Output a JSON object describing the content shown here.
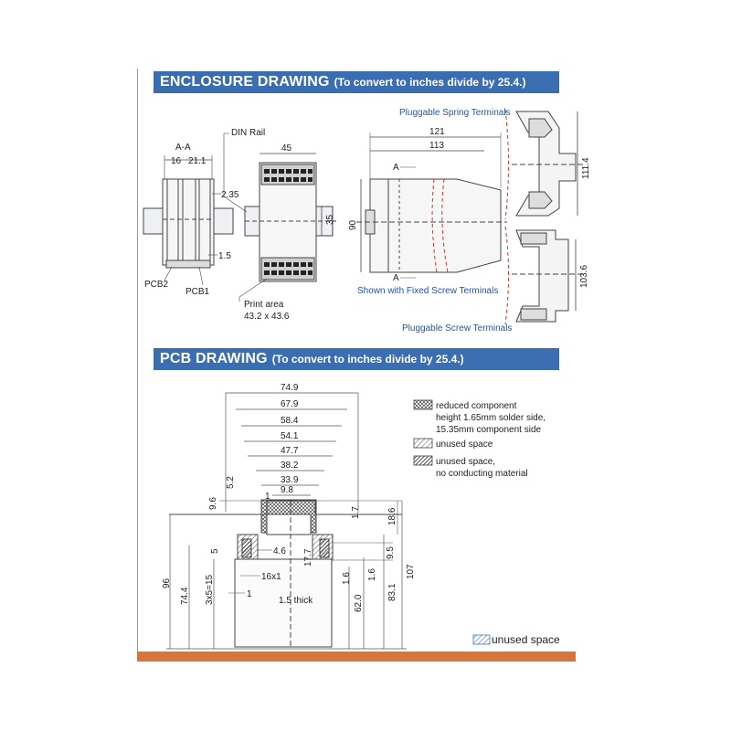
{
  "enclosure": {
    "title": "ENCLOSURE DRAWING",
    "subtitle": "(To convert to inches divide by 25.4.)",
    "section_label": "A-A",
    "dims": {
      "d16": "16",
      "d21_1": "21.1",
      "d2_35": "2.35",
      "d1_5": "1.5",
      "d45": "45",
      "d35": "35",
      "d121": "121",
      "d113": "113",
      "d90": "90",
      "d111_4": "111.4",
      "d103_6": "103.6"
    },
    "labels": {
      "pcb2": "PCB2",
      "pcb1": "PCB1",
      "din_rail": "DIN Rail",
      "print_area": "Print area",
      "print_area_size": "43.2 x 43.6",
      "section_a_top": "A",
      "section_a_bottom": "A"
    },
    "callouts": {
      "spring": "Pluggable Spring Terminals",
      "fixed": "Shown with Fixed Screw Terminals",
      "screw": "Pluggable Screw Terminals"
    }
  },
  "pcb": {
    "title": "PCB DRAWING",
    "subtitle": "(To convert to inches divide by 25.4.)",
    "dims": {
      "w74_9": "74.9",
      "w67_9": "67.9",
      "w58_4": "58.4",
      "w54_1": "54.1",
      "w47_7": "47.7",
      "w38_2": "38.2",
      "w33_9": "33.9",
      "w9_8": "9.8",
      "d5_2": "5.2",
      "d9_6": "9.6",
      "d1": "1",
      "d1_7": "1.7",
      "d18_6": "18.6",
      "d5": "5",
      "d4_6": "4.6",
      "d17_7": "17.7",
      "d9_5": "9.5",
      "d96": "96",
      "d74_4": "74.4",
      "d3x5": "3x5=15",
      "d16x1": "16x1",
      "d1_bottom": "1",
      "d1_6a": "1.6",
      "d1_6b": "1.6",
      "d62": "62.0",
      "d83_1": "83.1",
      "d107": "107"
    },
    "board_label": "1.5 thick",
    "legend": {
      "reduced_l1": "reduced component",
      "reduced_l2": "height 1.65mm solder side,",
      "reduced_l3": "15.35mm component side",
      "unused": "unused space",
      "noconduct_l1": "unused space,",
      "noconduct_l2": "no conducting material",
      "unused_blue": "unused space"
    }
  },
  "colors": {
    "banner": "#3b6db3",
    "accent_blue_text": "#2255aa",
    "orange_bar": "#d9743a",
    "dim_line": "#4d4d4d"
  }
}
